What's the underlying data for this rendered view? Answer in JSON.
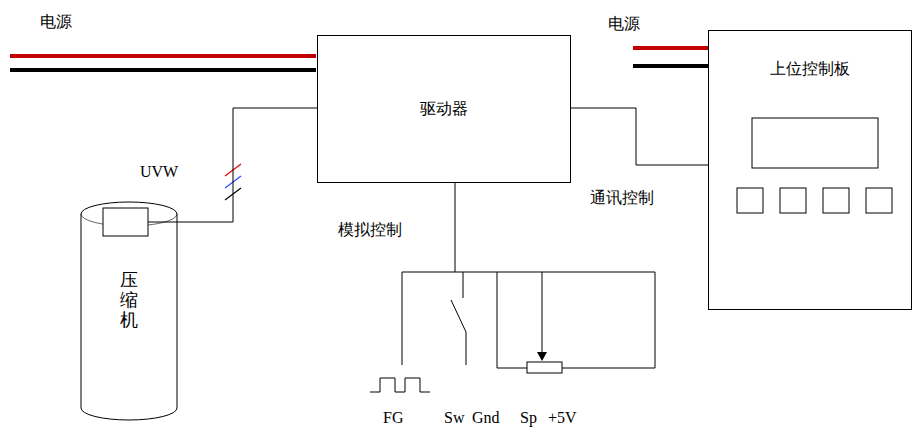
{
  "diagram": {
    "nodes": [
      {
        "text": [
          "驱动器"
        ]
      },
      {
        "text": [
          "上位控制板"
        ]
      },
      {
        "text": [
          "压缩机"
        ]
      }
    ],
    "edges": [
      {
        "from": 2,
        "to": 0,
        "label": "UVW",
        "arrow": "none"
      },
      {
        "from": 0,
        "to": 1,
        "label": "通讯控制",
        "arrow": "none"
      }
    ],
    "labels": [
      "电源",
      "电源",
      "模拟控制",
      "FG",
      "Sw",
      "Gnd",
      "Sp",
      "+5V"
    ]
  }
}
